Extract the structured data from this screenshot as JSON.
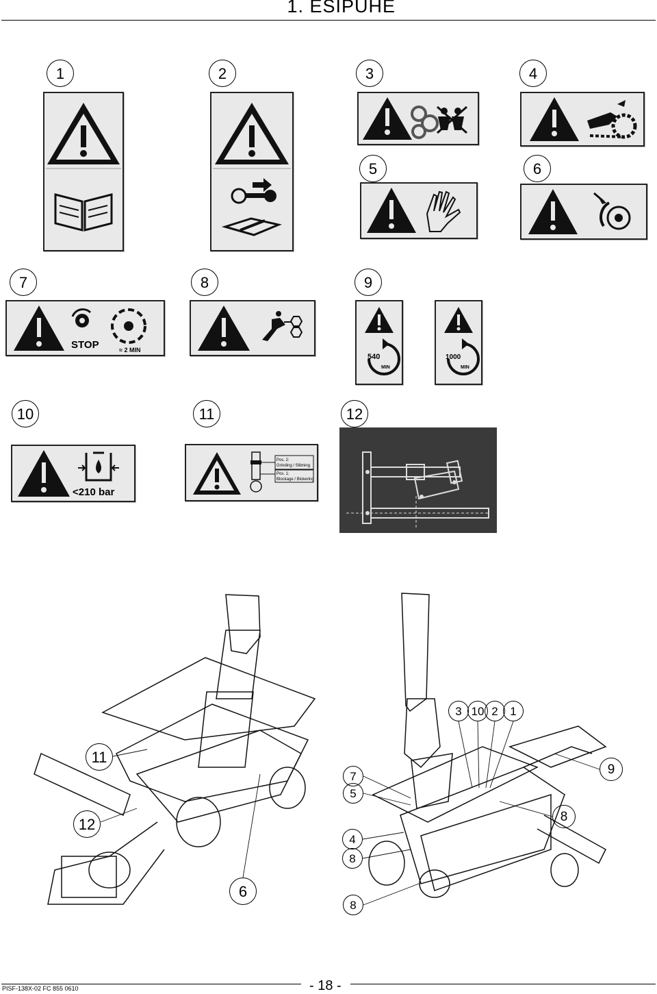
{
  "header": {
    "title": "1. ESIPUHE"
  },
  "numbers": [
    "1",
    "2",
    "3",
    "4",
    "5",
    "6",
    "7",
    "8",
    "9",
    "10",
    "11",
    "12"
  ],
  "decals": {
    "d7_stop": "STOP",
    "d7_time": "≈ 2 MIN",
    "d9a_speed": "540",
    "d9a_unit": "MIN",
    "d9b_speed": "1000",
    "d9b_unit": "MIN",
    "d10_pressure": "<210 bar",
    "d11_pos2": "Pos. 2:",
    "d11_pos2_text": "Grinding / Slibning",
    "d11_pos1": "Pos. 1:",
    "d11_pos1_text": "Blockage / Blokering"
  },
  "callouts": {
    "left": [
      "11",
      "12",
      "6"
    ],
    "right": [
      "3",
      "10",
      "2",
      "1",
      "9",
      "7",
      "5",
      "8",
      "4",
      "8",
      "8"
    ]
  },
  "footer": {
    "doc_code": "PISF-138X-02 FC 855 0610",
    "page": "- 18 -"
  }
}
